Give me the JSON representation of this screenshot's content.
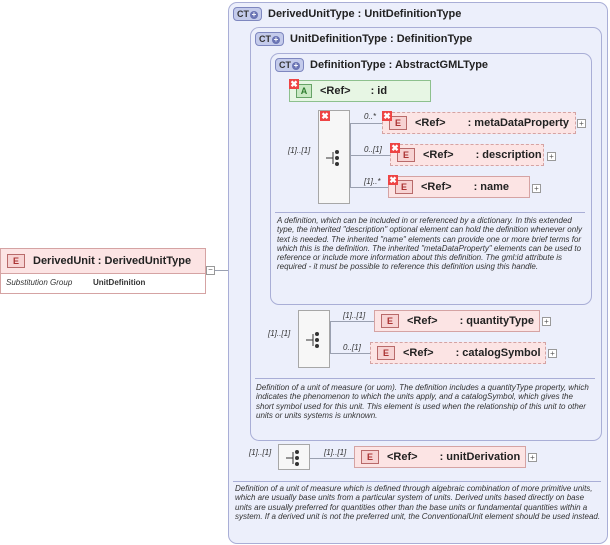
{
  "root": {
    "badge": "E",
    "title": "DerivedUnit : DerivedUnitType",
    "subst_label": "Substitution Group",
    "subst_value": "UnitDefinition"
  },
  "ct_outer": {
    "badge": "CT",
    "title": "DerivedUnitType : UnitDefinitionType",
    "doc": "Definition of a unit of measure which is defined through algebraic combination of more primitive units, which are usually base units from a particular system of units. Derived units based directly on base units are usually preferred for quantities other than the base units or fundamental quantities within a system.  If a derived unit is not the preferred unit, the ConventionalUnit element should be used instead."
  },
  "ct_mid": {
    "badge": "CT",
    "title": "UnitDefinitionType : DefinitionType",
    "doc": "Definition of a unit of measure (or uom). The definition includes a quantityType property, which indicates the phenomenon to which the units apply, and a catalogSymbol, which gives the short symbol used for this unit. This element is used when the relationship of this unit to other units or units systems is unknown."
  },
  "ct_inner": {
    "badge": "CT",
    "title": "DefinitionType : AbstractGMLType",
    "doc": "A definition, which can be included in or referenced by a dictionary. In this extended type, the inherited \"description\" optional element can hold the definition whenever only text is needed. The inherited \"name\" elements can provide one or more brief terms for which this is the definition. The inherited \"metaDataProperty\" elements can be used to reference or include more information about this definition. The gml:id attribute is required - it must be possible to reference this definition using this handle."
  },
  "attribute": {
    "badge": "A",
    "ref": "<Ref>",
    "name": ": id"
  },
  "inner_seq_card": "[1]..[1]",
  "inner_elements": [
    {
      "card": "0..*",
      "badge": "E",
      "ref": "<Ref>",
      "name": ": metaDataProperty"
    },
    {
      "card": "0..[1]",
      "badge": "E",
      "ref": "<Ref>",
      "name": ": description"
    },
    {
      "card": "[1]..*",
      "badge": "E",
      "ref": "<Ref>",
      "name": ": name"
    }
  ],
  "mid_seq_card": "[1]..[1]",
  "mid_elements": [
    {
      "card": "[1]..[1]",
      "badge": "E",
      "ref": "<Ref>",
      "name": ": quantityType"
    },
    {
      "card": "0..[1]",
      "badge": "E",
      "ref": "<Ref>",
      "name": ": catalogSymbol"
    }
  ],
  "outer_seq_card": "[1]..[1]",
  "outer_elements": [
    {
      "card": "[1]..[1]",
      "badge": "E",
      "ref": "<Ref>",
      "name": ": unitDerivation"
    }
  ],
  "icons": [
    "ct-plus-icon",
    "delete-x-icon",
    "sequence-icon",
    "expand-plus-icon",
    "collapse-minus-icon"
  ],
  "colors": {
    "ct_fill": "#eceffb",
    "ct_border": "#a9aed6",
    "element_fill": "#fce4e4",
    "element_border": "#d5a3a3",
    "attribute_fill": "#e7f6e4",
    "delete_red": "#e44444"
  }
}
